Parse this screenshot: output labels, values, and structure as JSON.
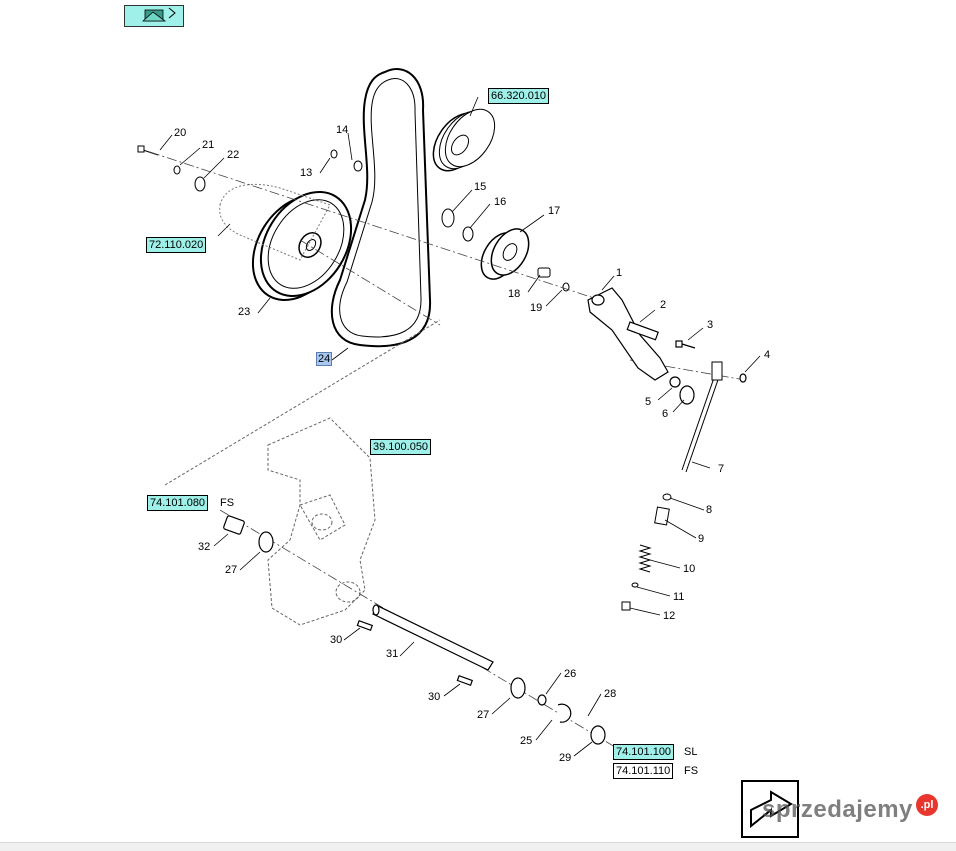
{
  "references": [
    {
      "id": "ref-66320010",
      "code": "66.320.010",
      "suffix": "",
      "style": "highlight"
    },
    {
      "id": "ref-72110020",
      "code": "72.110.020",
      "suffix": "",
      "style": "highlight"
    },
    {
      "id": "ref-39100050",
      "code": "39.100.050",
      "suffix": "",
      "style": "highlight"
    },
    {
      "id": "ref-74101080",
      "code": "74.101.080",
      "suffix": "FS",
      "style": "highlight"
    },
    {
      "id": "ref-74101100",
      "code": "74.101.100",
      "suffix": "SL",
      "style": "highlight"
    },
    {
      "id": "ref-74101110",
      "code": "74.101.110",
      "suffix": "FS",
      "style": "plain"
    }
  ],
  "part_numbers": [
    "1",
    "2",
    "3",
    "4",
    "5",
    "6",
    "7",
    "8",
    "9",
    "10",
    "11",
    "12",
    "13",
    "14",
    "15",
    "16",
    "17",
    "18",
    "19",
    "20",
    "21",
    "22",
    "23",
    "24",
    "25",
    "26",
    "27",
    "27",
    "28",
    "29",
    "30",
    "30",
    "31",
    "32"
  ],
  "watermark": {
    "text": "sprzedajemy",
    "badge": ".pl"
  },
  "colors": {
    "ref_bg": "#9ff0e8",
    "highlight_part": "#a8c8f0",
    "line": "#000000",
    "dash": "#555555"
  }
}
